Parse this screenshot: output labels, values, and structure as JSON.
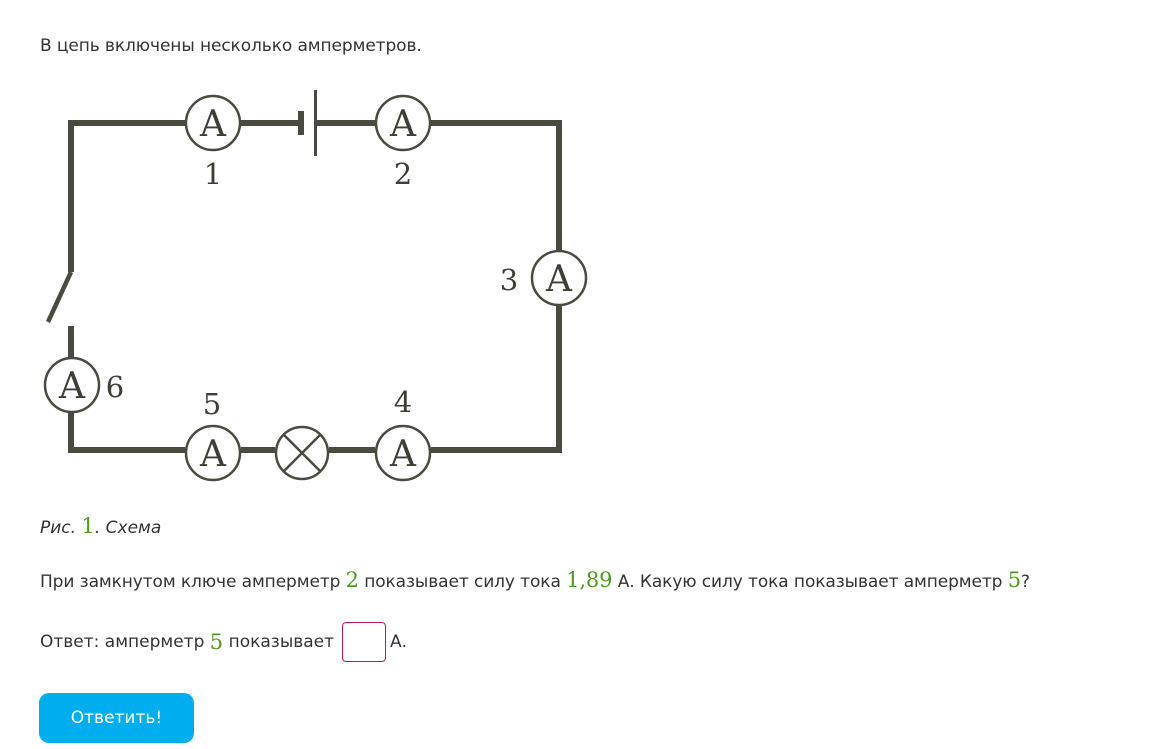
{
  "intro": "В цепь включены несколько амперметров.",
  "circuit": {
    "ammeter_symbol": "A",
    "ammeters": [
      {
        "label": "1"
      },
      {
        "label": "2"
      },
      {
        "label": "3"
      },
      {
        "label": "4"
      },
      {
        "label": "5"
      },
      {
        "label": "6"
      }
    ],
    "wire_color": "#4a4a40"
  },
  "caption": {
    "prefix": "Рис. ",
    "number": "1",
    "suffix": ". Схема"
  },
  "question": {
    "part1": "При замкнутом ключе амперметр ",
    "ammeter_a": "2",
    "part2": " показывает силу тока ",
    "current": "1,89",
    "part3": " А. Какую силу тока показывает амперметр ",
    "ammeter_b": "5",
    "part4": "?"
  },
  "answer": {
    "prefix": "Ответ: амперметр ",
    "ammeter": "5",
    "middle": " показывает",
    "input_value": "",
    "unit": "А."
  },
  "submit_label": "Ответить!",
  "colors": {
    "accent_number": "#4c9a1e",
    "button": "#00aeef",
    "input_border": "#c2185b"
  }
}
